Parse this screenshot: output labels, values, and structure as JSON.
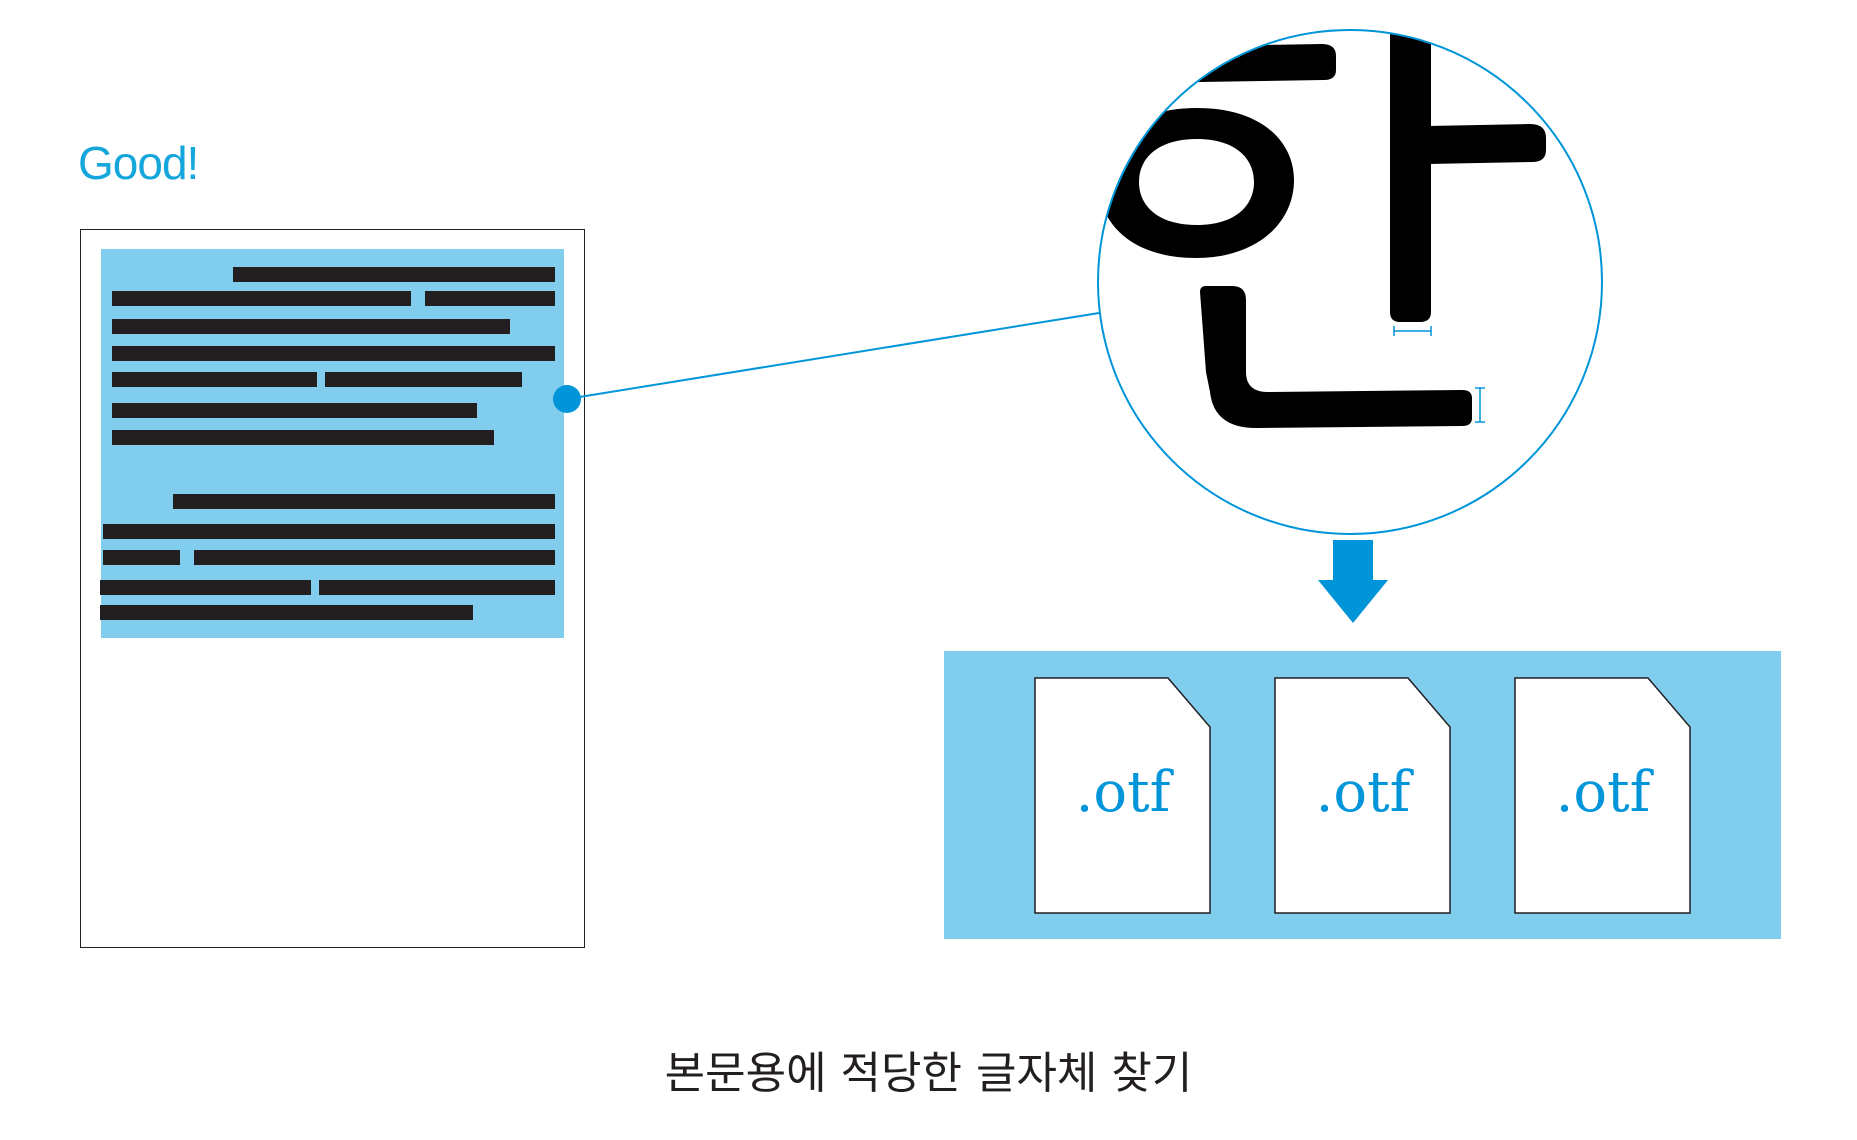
{
  "labels": {
    "good": "Good!",
    "caption": "본문용에 적당한 글자체 찾기",
    "magnified_glyph": "한"
  },
  "files": [
    {
      "label": ".otf"
    },
    {
      "label": ".otf"
    },
    {
      "label": ".otf"
    }
  ],
  "colors": {
    "accent": "#0095d9",
    "accent_text": "#15a6dc",
    "highlight": "#80cdee",
    "ink": "#231f20",
    "glyph": "#000000"
  },
  "icons": {
    "magnifier": "magnifier-circle-icon",
    "arrow": "arrow-down-icon",
    "file": "font-file-icon",
    "stroke_measure": "stroke-width-marker-icon"
  }
}
